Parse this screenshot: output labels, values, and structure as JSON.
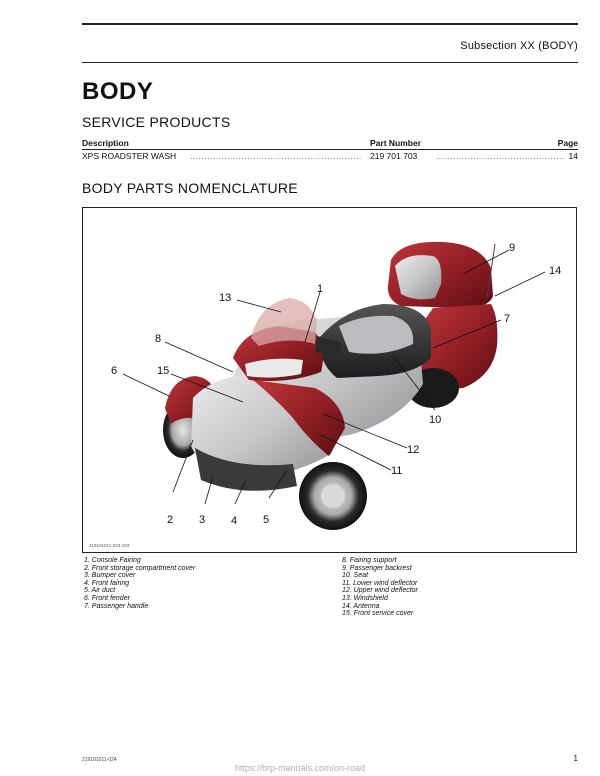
{
  "header": {
    "subsection": "Subsection XX (BODY)"
  },
  "page_title": "BODY",
  "service_products": {
    "heading": "SERVICE PRODUCTS",
    "columns": {
      "description": "Description",
      "part_number": "Part Number",
      "page": "Page"
    },
    "rows": [
      {
        "description": "XPS ROADSTER WASH",
        "part_number": "219 701 703",
        "page": "14"
      }
    ]
  },
  "nomenclature": {
    "heading": "BODY PARTS NOMENCLATURE",
    "figure_id": "219101011-023-103",
    "callouts": [
      "1",
      "2",
      "3",
      "4",
      "5",
      "6",
      "7",
      "8",
      "9",
      "10",
      "11",
      "12",
      "13",
      "14",
      "15"
    ],
    "legend_left": [
      "1.  Console Fairing",
      "2.  Front storage compartment cover",
      "3.  Bumper cover",
      "4.  Front fairing",
      "5.  Air duct",
      "6.  Front fender",
      "7.  Passenger handle"
    ],
    "legend_right": [
      "8.  Fairing support",
      "9.  Passenger backrest",
      "10. Seat",
      "11. Lower wind deflector",
      "12. Upper wind deflector",
      "13. Windshield",
      "14. Antenna",
      "15. Front service cover"
    ],
    "colors": {
      "body_red": "#8a1c22",
      "body_silver": "#c9c9cb"
    }
  },
  "footer": {
    "code": "219101011-024",
    "page_number": "1",
    "watermark": "https://brp-manuals.com/on-road"
  }
}
